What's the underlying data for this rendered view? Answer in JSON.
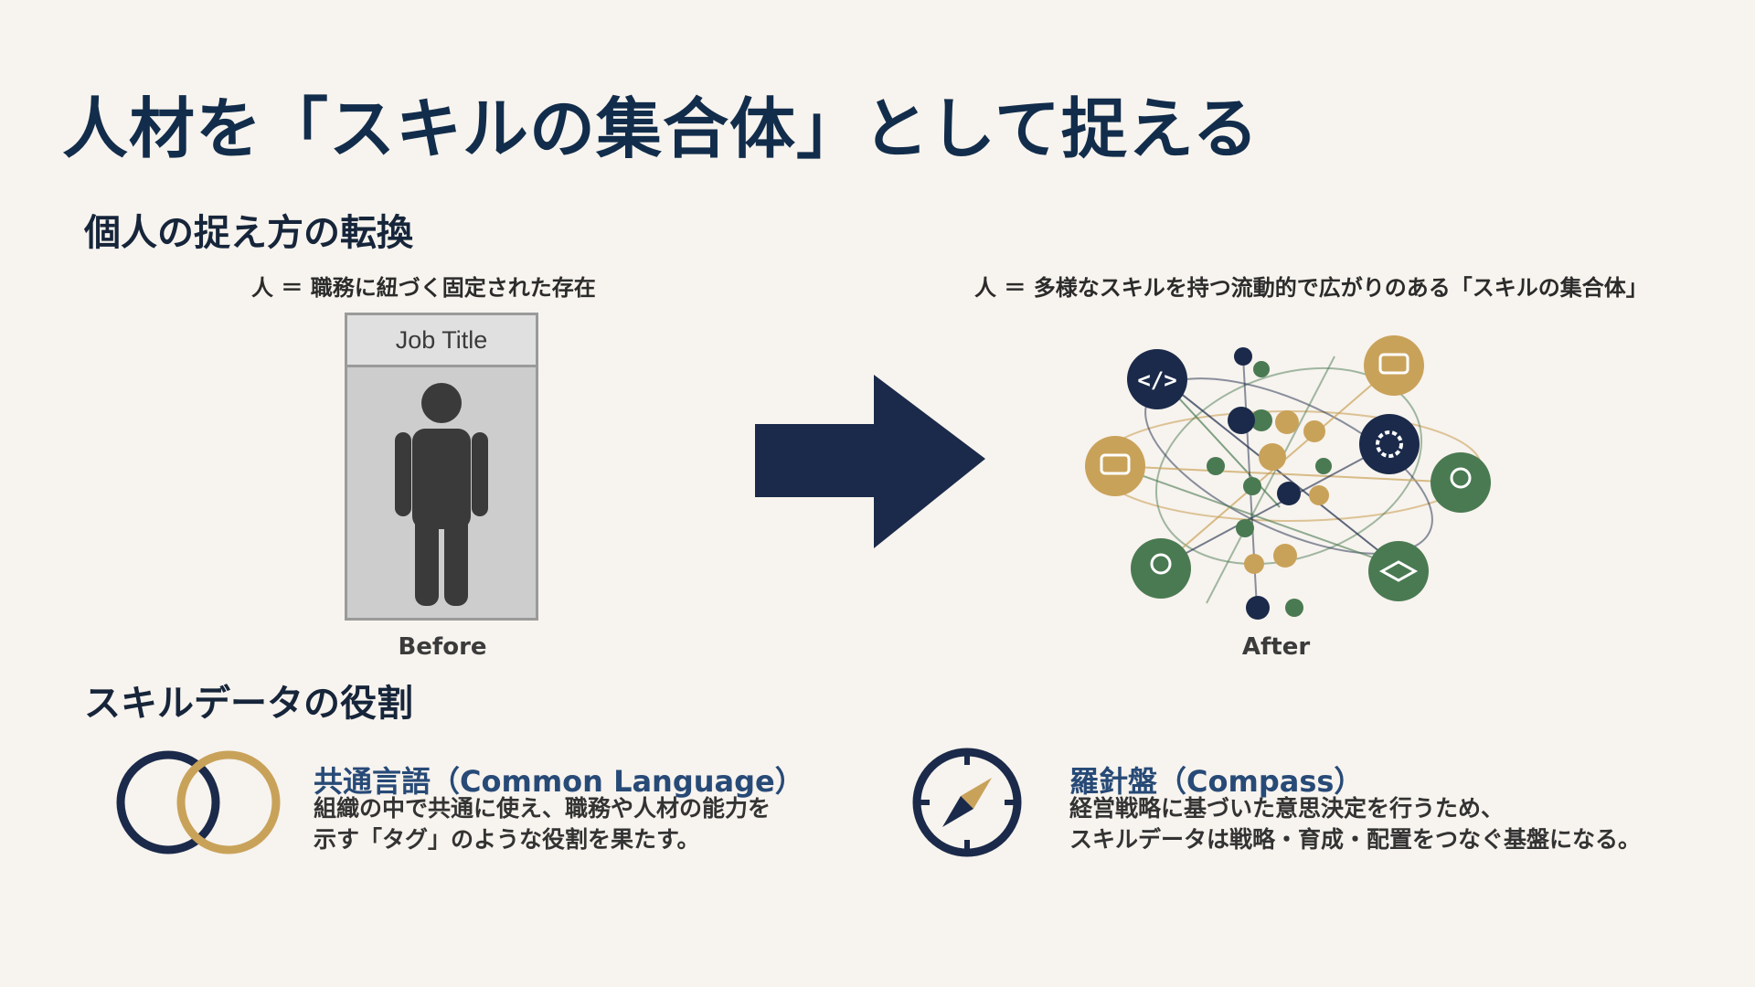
{
  "title": "人材を「スキルの集合体」として捉える",
  "section1": {
    "heading": "個人の捉え方の転換",
    "before": {
      "caption": "人 ＝ 職務に紐づく固定された存在",
      "card_header": "Job Title",
      "label": "Before"
    },
    "after": {
      "caption": "人 ＝ 多様なスキルを持つ流動的で広がりのある「スキルの集合体」",
      "label": "After"
    },
    "colors": {
      "navy": "#1b2a4a",
      "gold": "#c9a25a",
      "green": "#4a7a52"
    }
  },
  "section2": {
    "heading": "スキルデータの役割",
    "roles": [
      {
        "icon": "interlocking-rings-icon",
        "title": "共通言語（Common Language）",
        "description": "組織の中で共通に使え、職務や人材の能力を\n示す「タグ」のような役割を果たす。"
      },
      {
        "icon": "compass-icon",
        "title": "羅針盤（Compass）",
        "description": "経営戦略に基づいた意思決定を行うため、\nスキルデータは戦略・育成・配置をつなぐ基盤になる。"
      }
    ]
  }
}
